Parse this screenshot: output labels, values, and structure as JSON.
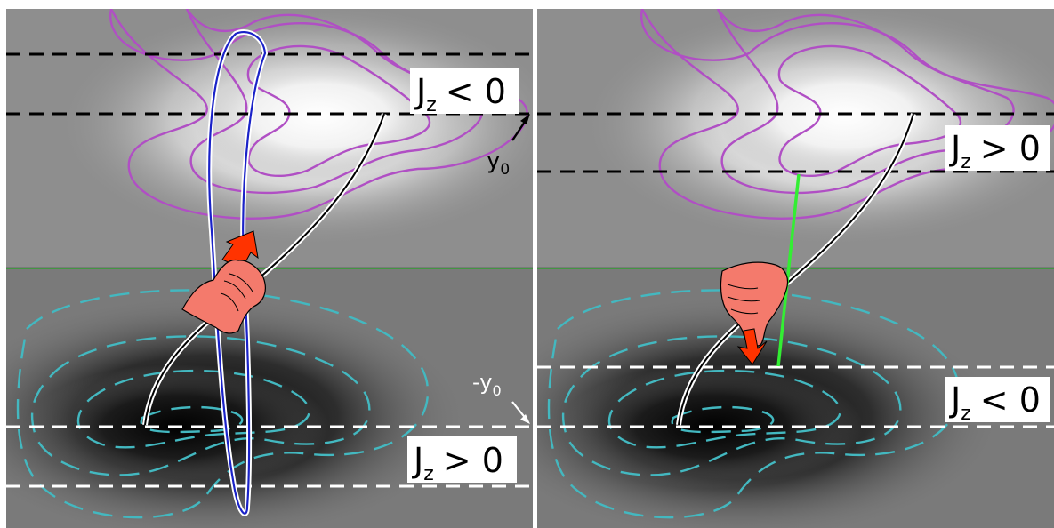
{
  "panels": [
    {
      "id": "left",
      "labels": {
        "upper_band": {
          "j": "J",
          "sub": "z",
          "rel": "< 0"
        },
        "lower_band": {
          "j": "J",
          "sub": "z",
          "rel": "> 0"
        },
        "y_pos": {
          "main": "y",
          "sub": "0"
        },
        "y_neg": {
          "main": "-y",
          "sub": "0"
        }
      }
    },
    {
      "id": "right",
      "labels": {
        "upper_band": {
          "j": "J",
          "sub": "z",
          "rel": "> 0"
        },
        "lower_band": {
          "j": "J",
          "sub": "z",
          "rel": "< 0"
        }
      }
    }
  ],
  "colors": {
    "positive_contour": "#b04fc4",
    "negative_contour": "#43b8c0",
    "midline": "#2fa02f",
    "blue_fieldline": "#1a22c8",
    "green_fieldline": "#33ee33",
    "hand": "#f47a6c",
    "arrow": "#ff3300",
    "dashed_black": "#000000",
    "dashed_white": "#ffffff"
  },
  "icons": {
    "left_hand": "right-hand-rule-icon",
    "right_hand": "right-hand-rule-icon"
  }
}
